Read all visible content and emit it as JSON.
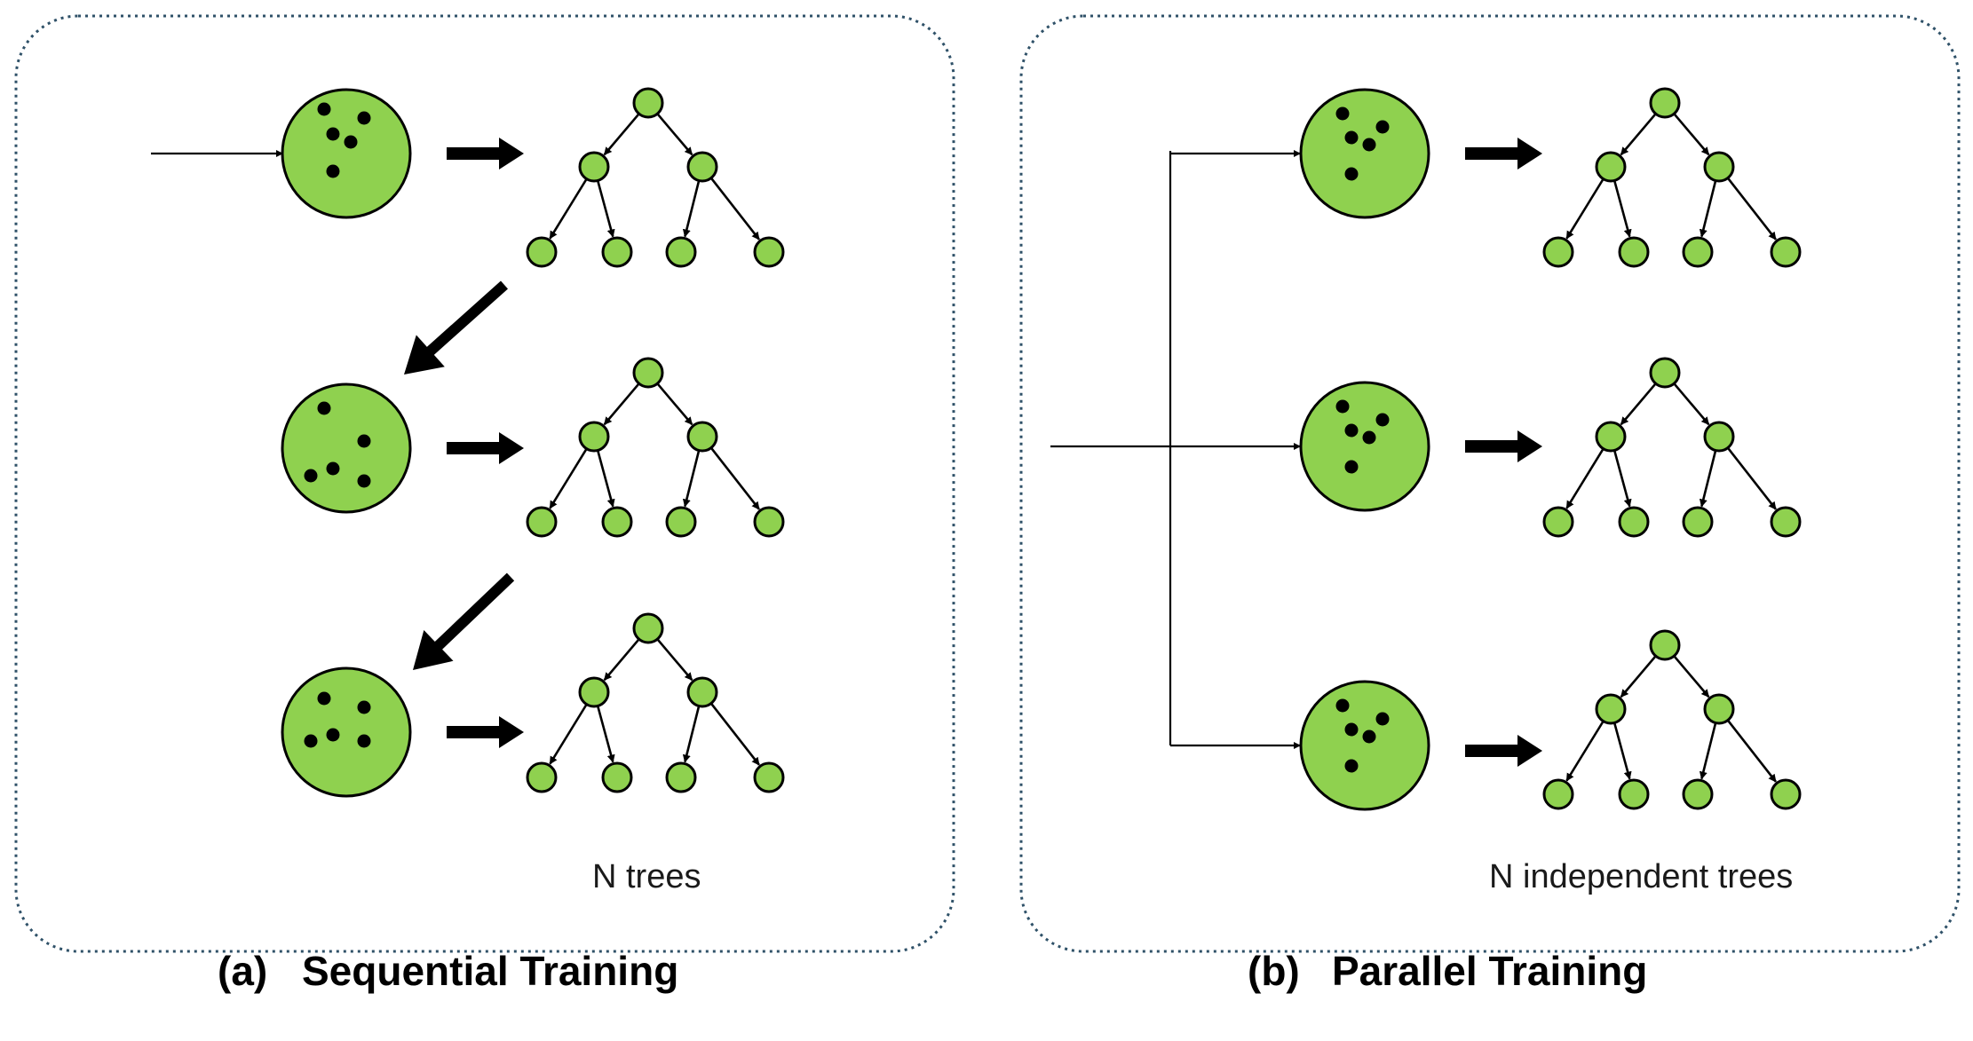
{
  "colors": {
    "node_fill": "#8fd14f",
    "outline": "#000000",
    "frame": "#2f5168"
  },
  "panels": {
    "sequential": {
      "label": "(a)",
      "title": "Sequential Training",
      "note": "N trees"
    },
    "parallel": {
      "label": "(b)",
      "title": "Parallel Training",
      "note": "N independent trees"
    }
  }
}
